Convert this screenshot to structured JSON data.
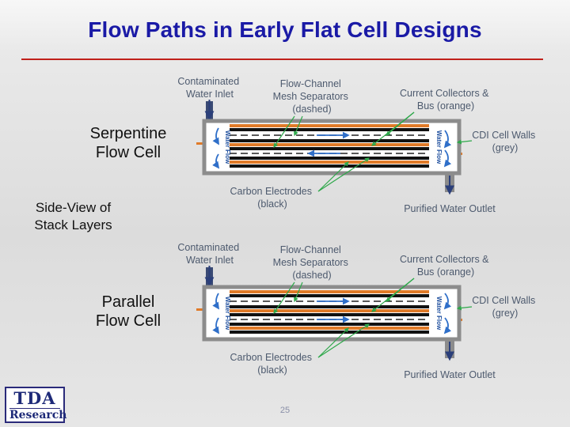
{
  "title": "Flow Paths in Early Flat Cell Designs",
  "left_labels": {
    "serpentine": [
      "Serpentine",
      "Flow Cell"
    ],
    "side_view": [
      "Side-View of",
      "Stack Layers"
    ],
    "parallel": [
      "Parallel",
      "Flow Cell"
    ]
  },
  "annotations": {
    "inlet": [
      "Contaminated",
      "Water Inlet"
    ],
    "mesh": [
      "Flow-Channel",
      "Mesh Separators",
      "(dashed)"
    ],
    "collectors": [
      "Current Collectors &",
      "Bus (orange)"
    ],
    "walls": [
      "CDI Cell Walls",
      "(grey)"
    ],
    "electrodes": [
      "Carbon Electrodes",
      "(black)"
    ],
    "outlet": "Purified Water Outlet",
    "water_flow": "Water Flow"
  },
  "colors": {
    "title": "#1a1aa6",
    "rule": "#c0201a",
    "cell_wall": "#8c8c8c",
    "collector": "#e07a28",
    "electrode": "#111111",
    "arrow": "#2f6fc9",
    "pointer": "#2ea84a"
  },
  "footer": {
    "logo_top": "TDA",
    "logo_bottom": "Research",
    "page_number": "25"
  }
}
